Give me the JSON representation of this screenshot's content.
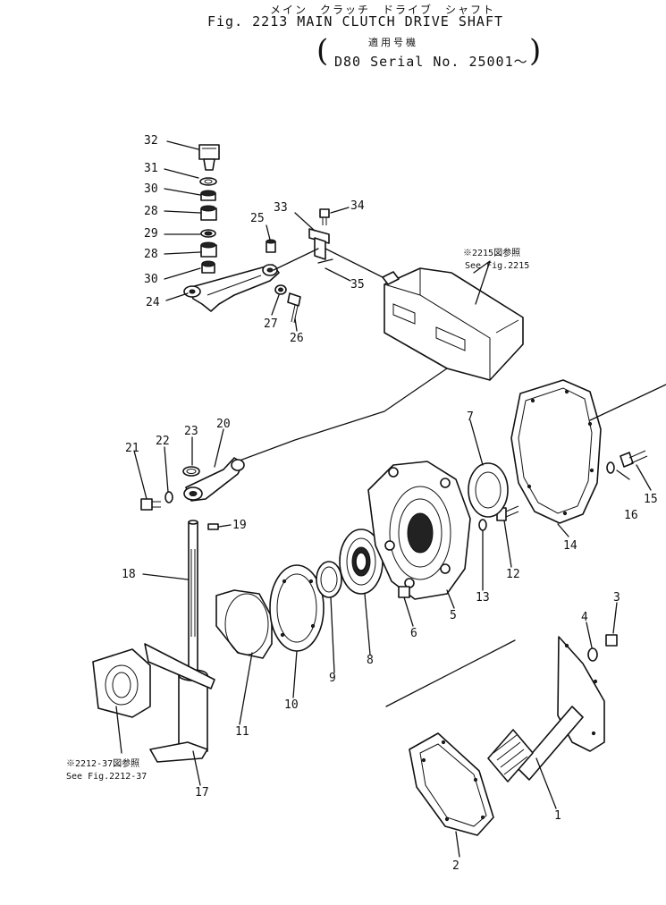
{
  "header": {
    "title_jp": "メイン　クラッチ　ドライブ　シャフト",
    "title": "Fig. 2213 MAIN CLUTCH DRIVE SHAFT",
    "applicability_jp": "適用号機",
    "serial": "D80 Serial  No. 25001～",
    "paren_open": "(",
    "paren_close": ")"
  },
  "references": {
    "fig2215_jp": "※2215図参照",
    "fig2215": "See  Fig.2215",
    "fig2212_jp": "※2212-37図参照",
    "fig2212": "See  Fig.2212-37"
  },
  "callouts": {
    "n1": "1",
    "n2": "2",
    "n3": "3",
    "n4": "4",
    "n5": "5",
    "n6": "6",
    "n7": "7",
    "n8": "8",
    "n9": "9",
    "n10": "10",
    "n11": "11",
    "n12": "12",
    "n13": "13",
    "n14": "14",
    "n15": "15",
    "n16": "16",
    "n17": "17",
    "n18": "18",
    "n19": "19",
    "n20": "20",
    "n21": "21",
    "n22": "22",
    "n23": "23",
    "n24": "24",
    "n25": "25",
    "n26": "26",
    "n27": "27",
    "n28a": "28",
    "n28b": "28",
    "n29": "29",
    "n30a": "30",
    "n30b": "30",
    "n31": "31",
    "n32": "32",
    "n33": "33",
    "n34": "34",
    "n35": "35"
  }
}
